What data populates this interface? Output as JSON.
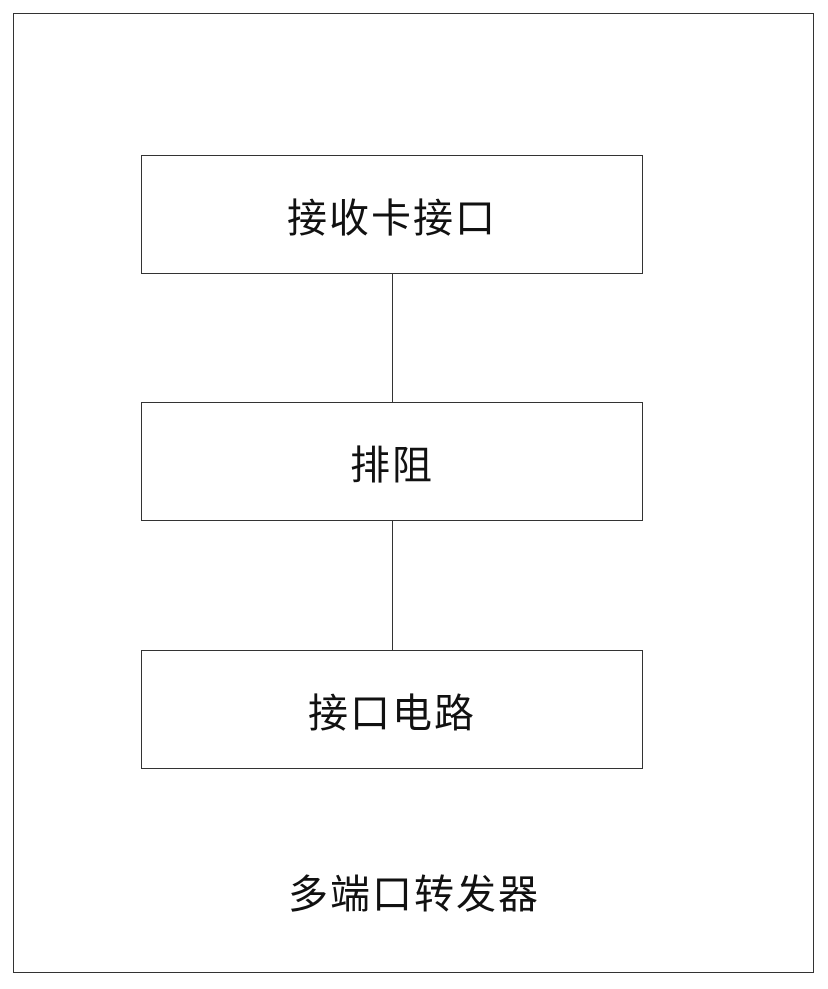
{
  "diagram": {
    "blocks": [
      {
        "label": "接收卡接口"
      },
      {
        "label": "排阻"
      },
      {
        "label": "接口电路"
      }
    ],
    "caption": "多端口转发器"
  }
}
